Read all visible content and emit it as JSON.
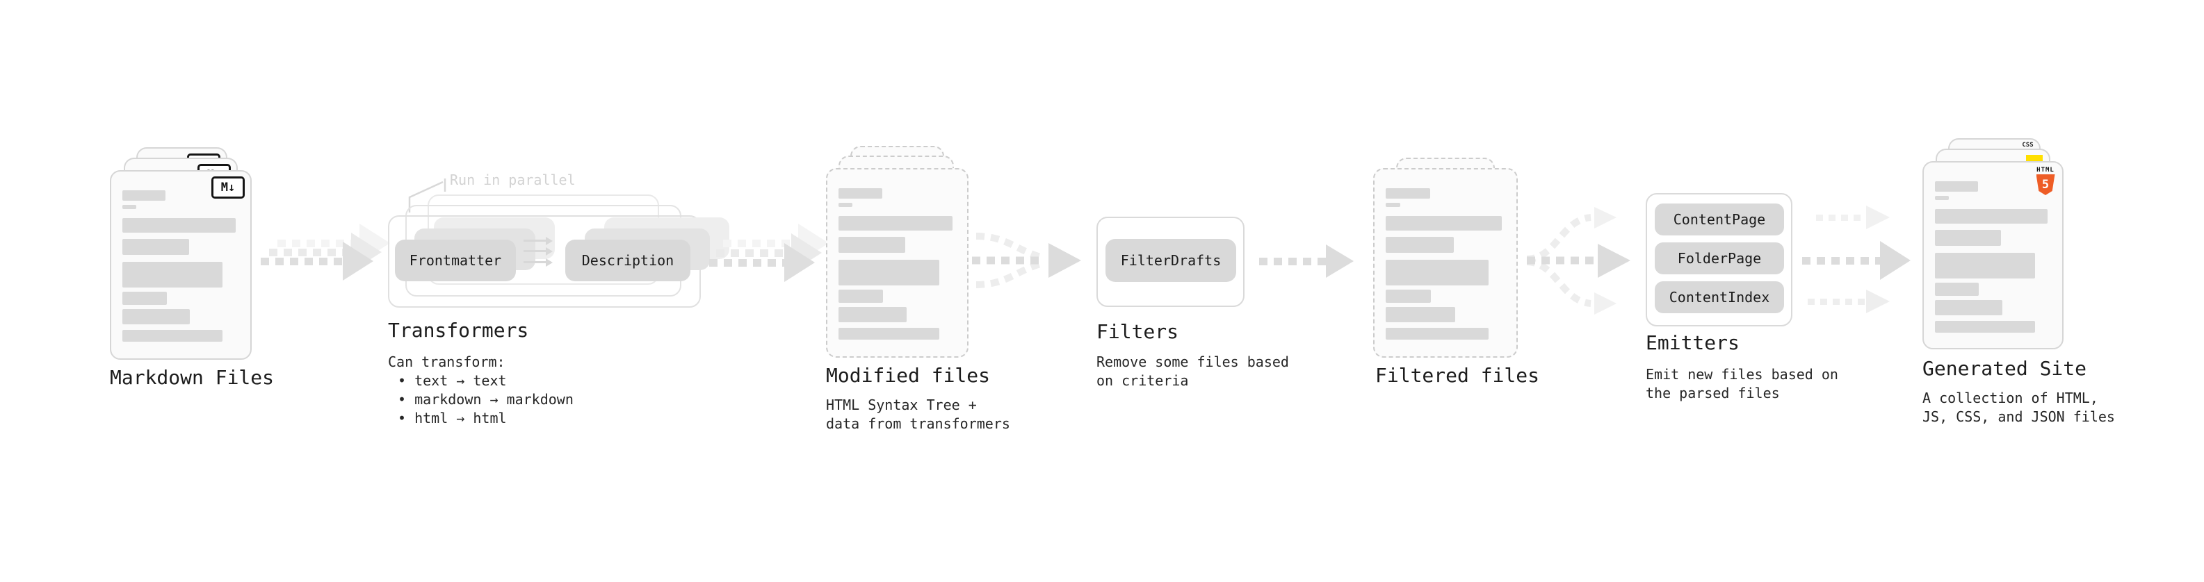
{
  "stages": {
    "markdown": {
      "label": "Markdown Files",
      "badge": "M↓"
    },
    "transformers": {
      "label": "Transformers",
      "note": "Run in parallel",
      "pill1": "Frontmatter",
      "pill2": "Description",
      "desc_title": "Can transform:",
      "bullets": [
        "• text → text",
        "• markdown → markdown",
        "• html → html"
      ]
    },
    "modified": {
      "label": "Modified files",
      "desc1": "HTML Syntax Tree +",
      "desc2": "data from transformers"
    },
    "filters": {
      "label": "Filters",
      "pill": "FilterDrafts",
      "desc1": "Remove some files based",
      "desc2": "on criteria"
    },
    "filtered": {
      "label": "Filtered files"
    },
    "emitters": {
      "label": "Emitters",
      "pill1": "ContentPage",
      "pill2": "FolderPage",
      "pill3": "ContentIndex",
      "desc1": "Emit new files based on",
      "desc2": "the parsed files"
    },
    "generated": {
      "label": "Generated Site",
      "desc1": "A collection of HTML,",
      "desc2": "JS, CSS, and JSON files",
      "badge_css": "CSS",
      "badge_html": "HTML",
      "badge_five": "5"
    }
  },
  "colors": {
    "background": "#ffffff",
    "card_fill": "#fafafa",
    "card_border": "#d6d6d6",
    "placeholder_bar": "#d9d9d9",
    "pill_fill": "#d9d9d9",
    "arrow": "#dcdcdc",
    "arrow_faint": "#eeeeee",
    "note_text": "#d2d2d2",
    "js_badge": "#ffdf00",
    "css_badge_bar": "#2b63e4",
    "html5_shield": "#ee5d26"
  }
}
